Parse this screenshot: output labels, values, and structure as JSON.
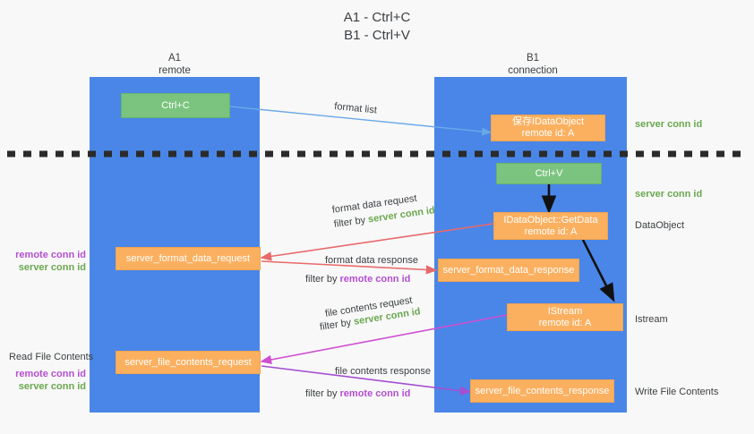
{
  "title": {
    "line1": "A1 - Ctrl+C",
    "line2": "B1 - Ctrl+V"
  },
  "lanes": [
    {
      "id": "a1",
      "title": "A1",
      "subtitle": "remote",
      "color": "#4a86e8"
    },
    {
      "id": "b1",
      "title": "B1",
      "subtitle": "connection",
      "color": "#4a86e8"
    }
  ],
  "nodes": {
    "ctrl_c": {
      "line1": "Ctrl+C",
      "line2": "",
      "color": "#7bc47f"
    },
    "ctrl_v": {
      "line1": "Ctrl+V",
      "line2": "",
      "color": "#7bc47f"
    },
    "save_idataobject": {
      "line1": "保存IDataObject",
      "line2": "remote id: A",
      "color": "#fbb060"
    },
    "getdata": {
      "line1": "IDataObject::GetData",
      "line2": "remote id: A",
      "color": "#fbb060"
    },
    "istream": {
      "line1": "IStream",
      "line2": "remote id: A",
      "color": "#fbb060"
    },
    "fmt_data_request": {
      "line1": "server_format_data_request",
      "line2": "",
      "color": "#fbb060"
    },
    "fmt_data_response": {
      "line1": "server_format_data_response",
      "line2": "",
      "color": "#fbb060"
    },
    "file_req": {
      "line1": "server_file_contents_request",
      "line2": "",
      "color": "#fbb060"
    },
    "file_resp": {
      "line1": "server_file_contents_response",
      "line2": "",
      "color": "#fbb060"
    }
  },
  "edge_labels": {
    "format_list": "format list",
    "format_data_request": "format data request",
    "format_data_response": "format data response",
    "file_contents_request": "file contents request",
    "file_contents_response": "file contents response",
    "filter_by": "filter by ",
    "server_conn_id": "server conn id",
    "remote_conn_id": "remote conn id"
  },
  "right_labels": {
    "server_conn_id_top": "server conn id",
    "server_conn_id_mid": "server conn id",
    "dataobject": "DataObject",
    "istream": "Istream",
    "write_file_contents": "Write File Contents"
  },
  "left_labels": {
    "remote_conn_id_1": "remote conn id",
    "server_conn_id_1": "server conn id",
    "read_file_contents": "Read File Contents",
    "remote_conn_id_2": "remote conn id",
    "server_conn_id_2": "server conn id"
  },
  "colors": {
    "lane": "#4a86e8",
    "green_node": "#7bc47f",
    "orange_node": "#fbb060",
    "blue_arrow": "#6aa8e8",
    "red_arrow": "#e8696b",
    "magenta_arrow": "#cf4fd0",
    "purple_arrow": "#a44fd0",
    "black_arrow": "#000000",
    "green_text": "#6aa84f",
    "purple_text": "#b44fd0",
    "background": "#f8f8f8"
  }
}
